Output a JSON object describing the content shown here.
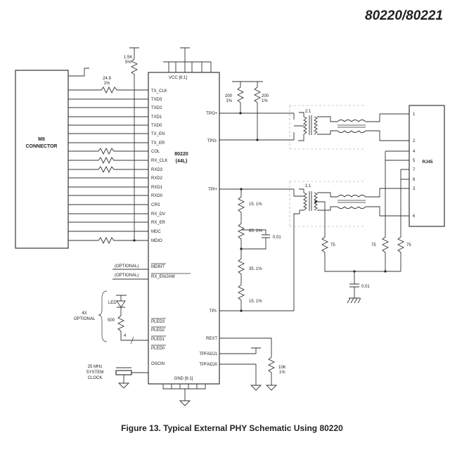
{
  "header": {
    "title": "80220/80221"
  },
  "caption": "Figure 13.  Typical External PHY Schematic Using 80220",
  "mii_connector": {
    "line1": "MII",
    "line2": "CONNECTOR"
  },
  "chip": {
    "name": "80220",
    "package": "(44L)",
    "vcc_label": "VCC [6:1]",
    "gnd_label": "GND [6:1]",
    "left_pins": [
      "TX_CLK",
      "TXD3",
      "TXD2",
      "TXD1",
      "TXD0",
      "TX_EN",
      "TX_ER",
      "COL",
      "RX_CLK",
      "RXD3",
      "RXD2",
      "RXD1",
      "RXD0",
      "CRS",
      "RX_DV",
      "RX_ER",
      "MDC",
      "MDIO"
    ],
    "mid_pins": [
      "MDINT",
      "RX_EN/JAM"
    ],
    "led_pins": [
      "PLED3",
      "PLED2",
      "PLED1",
      "PLED0"
    ],
    "osc_pin": "OSCIN",
    "right_pins": {
      "tpo_pos": "TPO+",
      "tpo_neg": "TPO-",
      "tpi_pos": "TPI+",
      "tpi_neg": "TPI-",
      "rext": "REXT",
      "tpadj1": "TPFADJ1",
      "tpadj0": "TPFADJ0"
    }
  },
  "components": {
    "r_txclk": {
      "value": "24.9",
      "tol": "1%"
    },
    "r_pullup": {
      "value": "1.5K",
      "tol": "5%"
    },
    "r_tpo_a": {
      "value": "200",
      "tol": "1%"
    },
    "r_tpo_b": {
      "value": "200",
      "tol": "1%"
    },
    "r_tpi_1": "15. 1%",
    "r_tpi_2": "85. 1%",
    "r_tpi_3": "35. 1%",
    "r_tpi_4": "15. 1%",
    "c_tpi": "0.01",
    "r_75_a": "75",
    "r_75_b": "75",
    "r_75_c": "75",
    "c_chassis": "0.01",
    "r_rext": {
      "value": "10K",
      "tol": "1%"
    },
    "led": {
      "label": "LED",
      "res": "500",
      "bus": "4"
    },
    "led_note": {
      "line1": "4X",
      "line2": "OPTIONAL"
    },
    "optional_1": "(OPTIONAL)",
    "optional_2": "(OPTIONAL)",
    "xfmr_tx": "2:1",
    "xfmr_rx": "1:1",
    "clock": {
      "line1": "25 MHz",
      "line2": "SYSTEM",
      "line3": "CLOCK"
    }
  },
  "rj45": {
    "label": "RJ45",
    "pins": [
      "1",
      "2",
      "4",
      "5",
      "7",
      "8",
      "3",
      "6"
    ]
  }
}
